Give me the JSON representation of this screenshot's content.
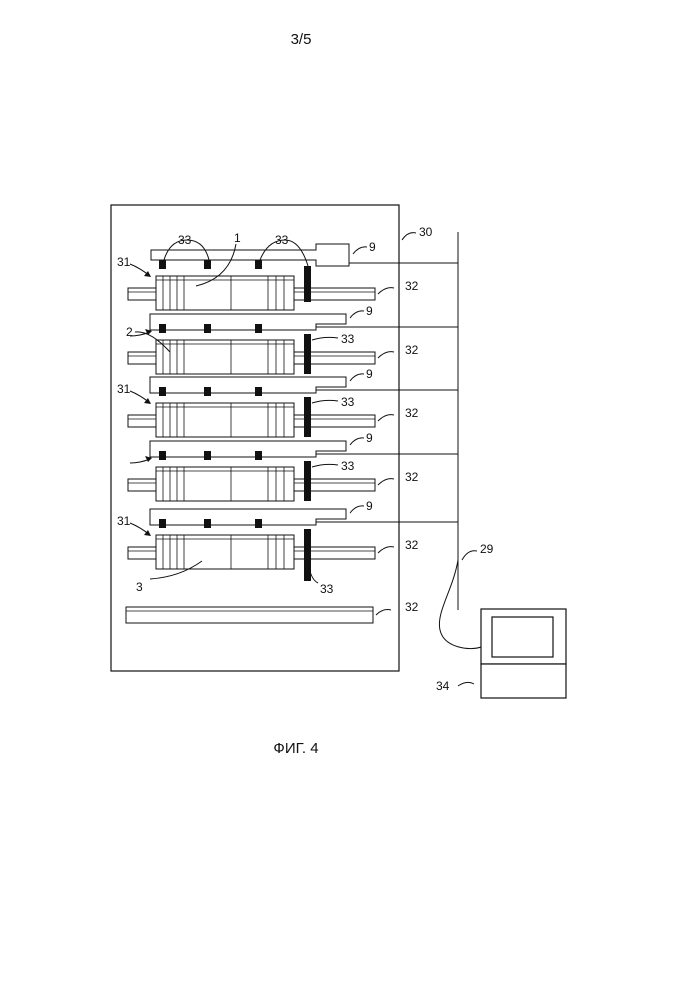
{
  "page_number": "3/5",
  "figure_caption": "ФИГ. 4",
  "labels": {
    "cabinet": "30",
    "cable": "29",
    "computer": "34",
    "guide_rail": "32",
    "loader": "31",
    "bar": "9",
    "contact": "33",
    "part_top": "1",
    "part_middle": "2",
    "part_bottom": "3"
  },
  "colors": {
    "ink": "#111111",
    "paper": "#ffffff"
  }
}
